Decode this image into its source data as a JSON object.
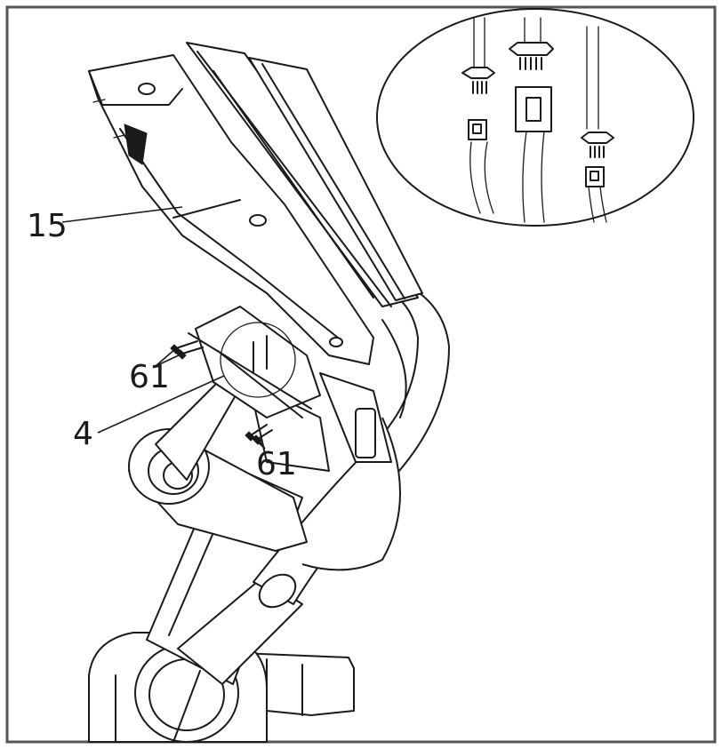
{
  "labels": {
    "part_15": "15",
    "part_61_left": "61",
    "part_4": "4",
    "part_61_right": "61"
  },
  "colors": {
    "line": "#1a1a1a",
    "background": "#ffffff",
    "frame": "#555555"
  }
}
